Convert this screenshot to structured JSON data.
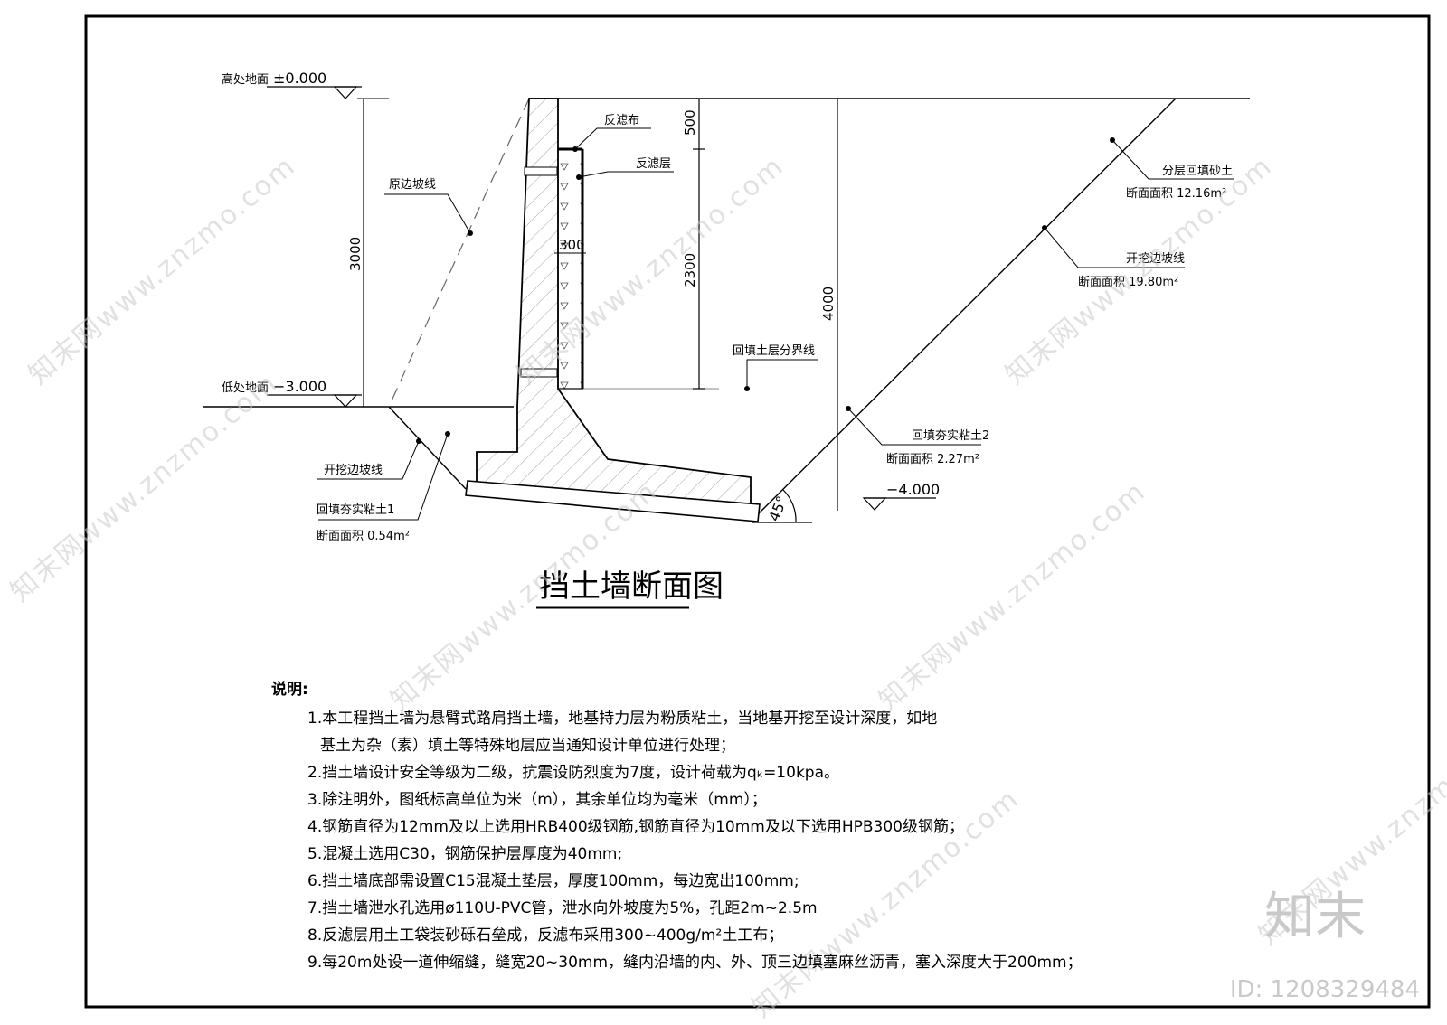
{
  "labels": {
    "high_ground": "高处地面",
    "high_elev": "±0.000",
    "low_ground": "低处地面",
    "low_elev": "−3.000",
    "bottom_elev": "−4.000",
    "orig_slope": "原边坡线",
    "filter_cloth": "反滤布",
    "filter_layer": "反滤层",
    "layered_backfill": "分层回填砂土",
    "area_1216": "断面面积 12.16m²",
    "excav_slope_right": "开挖边坡线",
    "area_1980": "断面面积 19.80m²",
    "backfill_boundary": "回填土层分界线",
    "compact_clay_2": "回填夯实粘土2",
    "area_227": "断面面积 2.27m²",
    "excav_slope_left": "开挖边坡线",
    "compact_clay_1": "回填夯实粘土1",
    "area_054": "断面面积 0.54m²",
    "dim_3000": "3000",
    "dim_500": "500",
    "dim_2300": "2300",
    "dim_300": "300",
    "dim_4000": "4000",
    "angle": "45°",
    "title": "挡土墙断面图"
  },
  "notes": {
    "heading": "说明:",
    "items": [
      "1.本工程挡土墙为悬臂式路肩挡土墙，地基持力层为粉质粘土，当地基开挖至设计深度，如地",
      "基土为杂（素）填土等特殊地层应当通知设计单位进行处理；",
      "2.挡土墙设计安全等级为二级，抗震设防烈度为7度，设计荷载为qₖ=10kpa。",
      "3.除注明外，图纸标高单位为米（m），其余单位均为毫米（mm）；",
      "4.钢筋直径为12mm及以上选用HRB400级钢筋,钢筋直径为10mm及以下选用HPB300级钢筋；",
      "5.混凝土选用C30，钢筋保护层厚度为40mm;",
      "6.挡土墙底部需设置C15混凝土垫层，厚度100mm，每边宽出100mm;",
      "7.挡土墙泄水孔选用ø110U-PVC管，泄水向外坡度为5%，孔距2m~2.5m",
      "8.反滤层用土工袋装砂砾石垒成，反滤布采用300~400g/m²土工布；",
      "9.每20m处设一道伸缩缝，缝宽20~30mm，缝内沿墙的内、外、顶三边填塞麻丝沥青，塞入深度大于200mm；"
    ]
  },
  "watermark": {
    "text": "知末网www.znzmo.com",
    "brand": "知末",
    "id": "ID: 1208329484"
  }
}
